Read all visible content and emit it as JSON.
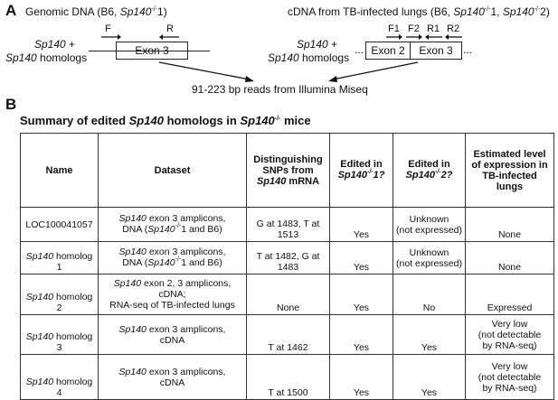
{
  "panel_a": {
    "letter": "A",
    "genomic_title": "Genomic DNA (B6, ",
    "genomic_gene": "Sp140",
    "genomic_suffix": "1)",
    "cdna_title": "cDNA from TB-infected lungs (B6, ",
    "cdna_gene": "Sp140",
    "cdna_mid": "1, ",
    "cdna_gene2": "Sp140",
    "cdna_suffix": "2)",
    "ko_sup": "-/-",
    "left_label_line1_gene": "Sp140",
    "left_label_line1_rest": " +",
    "left_label_line2_gene": "Sp140",
    "left_label_line2_rest": " homologs",
    "right_label_line1_gene": "Sp140",
    "right_label_line1_rest": " +",
    "right_label_line2_gene": "Sp140",
    "right_label_line2_rest": " homologs",
    "exon3": "Exon 3",
    "exon2": "Exon 2",
    "primer_F": "F",
    "primer_R": "R",
    "primer_F1": "F1",
    "primer_F2": "F2",
    "primer_R1": "R1",
    "primer_R2": "R2",
    "ellipsis": "...",
    "reads": "91-223 bp reads from Illumina Miseq"
  },
  "panel_b": {
    "letter": "B",
    "title_pre": "Summary of edited ",
    "title_gene": "Sp140",
    "title_mid": " homologs in ",
    "title_gene2": "Sp140",
    "title_sup": "-/-",
    "title_post": " mice",
    "headers": {
      "name": "Name",
      "dataset": "Dataset",
      "snps_1": "Distinguishing SNPs from",
      "snps_gene": "Sp140",
      "snps_2": " mRNA",
      "edited1_pre": "Edited in",
      "edited1_gene": "Sp140",
      "edited1_sup": "-/-",
      "edited1_post": "1?",
      "edited2_pre": "Edited in",
      "edited2_gene": "Sp140",
      "edited2_sup": "-/-",
      "edited2_post": "2?",
      "expr": "Estimated level of expression in TB-infected lungs"
    },
    "rows": [
      {
        "name_gene": "",
        "name_text": "LOC100041057",
        "ds_gene": "Sp140",
        "ds_line1": " exon 3 amplicons,",
        "ds_line2_pre": "DNA (",
        "ds_line2_gene": "Sp140",
        "ds_line2_sup": "-/-",
        "ds_line2_post": "1 and B6)",
        "snps": "G at 1483, T at 1513",
        "edited1": "Yes",
        "edited2_l1": "Unknown",
        "edited2_l2": "(not expressed)",
        "expr_l1": "None",
        "expr_l2": "",
        "expr_l3": ""
      },
      {
        "name_gene": "Sp140",
        "name_text": " homolog 1",
        "ds_gene": "Sp140",
        "ds_line1": " exon 3 amplicons,",
        "ds_line2_pre": "DNA (",
        "ds_line2_gene": "Sp140",
        "ds_line2_sup": "-/-",
        "ds_line2_post": "1 and B6)",
        "snps": "T at 1482, G at 1483",
        "edited1": "Yes",
        "edited2_l1": "Unknown",
        "edited2_l2": "(not expressed)",
        "expr_l1": "None",
        "expr_l2": "",
        "expr_l3": ""
      },
      {
        "name_gene": "Sp140",
        "name_text": " homolog 2",
        "ds_gene": "Sp140",
        "ds_line1": " exon 2, 3 amplicons,",
        "ds_line2_pre": "cDNA;",
        "ds_line3": "RNA-seq of TB-infected lungs",
        "snps": "None",
        "edited1": "Yes",
        "edited2_l1": "No",
        "edited2_l2": "",
        "expr_l1": "Expressed",
        "expr_l2": "",
        "expr_l3": ""
      },
      {
        "name_gene": "Sp140",
        "name_text": " homolog 3",
        "ds_gene": "Sp140",
        "ds_line1": " exon 3 amplicons,",
        "ds_line2_pre": "cDNA",
        "snps": "T at 1462",
        "edited1": "Yes",
        "edited2_l1": "Yes",
        "edited2_l2": "",
        "expr_l1": "Very low",
        "expr_l2": "(not detectable",
        "expr_l3": "by RNA-seq)"
      },
      {
        "name_gene": "Sp140",
        "name_text": " homolog 4",
        "ds_gene": "Sp140",
        "ds_line1": " exon 3 amplicons,",
        "ds_line2_pre": "cDNA",
        "snps": "T at 1500",
        "edited1": "Yes",
        "edited2_l1": "Yes",
        "edited2_l2": "",
        "expr_l1": "Very low",
        "expr_l2": "(not detectable",
        "expr_l3": "by RNA-seq)"
      }
    ]
  }
}
